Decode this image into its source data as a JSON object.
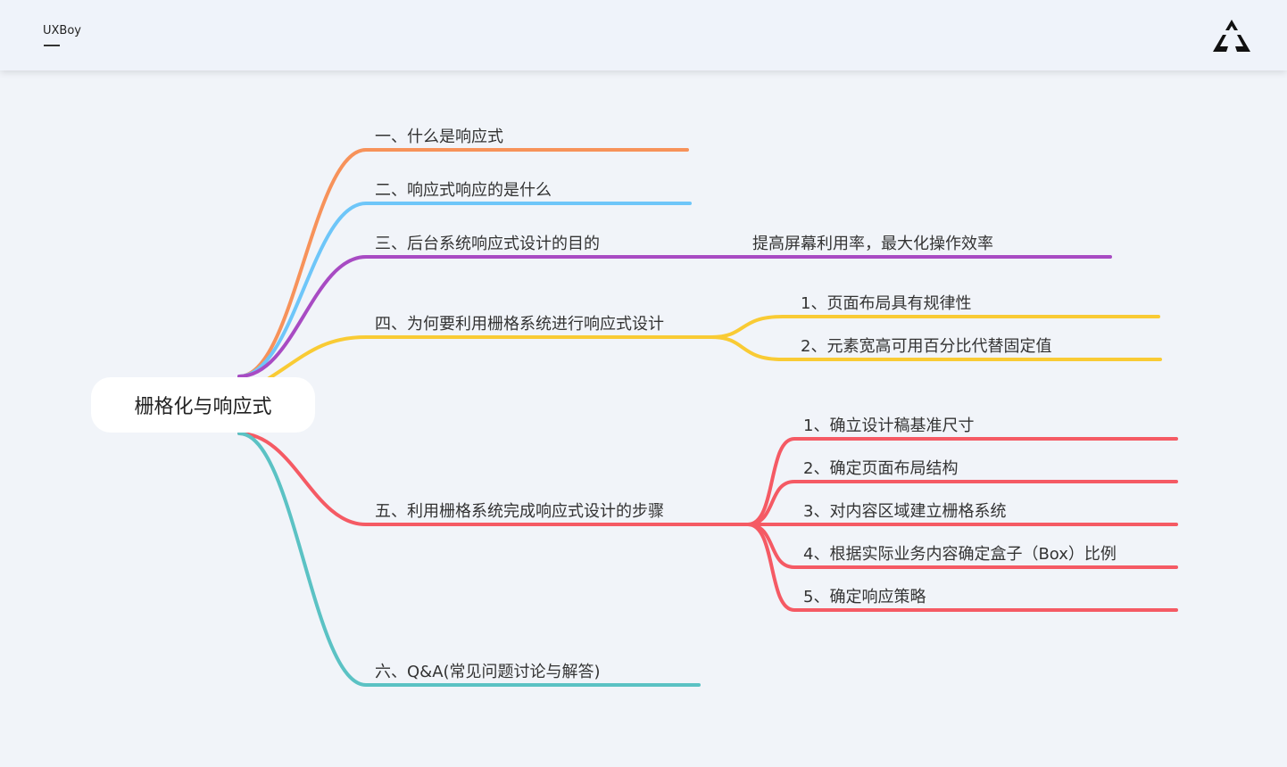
{
  "header": {
    "brand": "UXBoy",
    "logo_icon": "triangle-logo-icon"
  },
  "root": "栅格化与响应式",
  "colors": {
    "orange": "#f7925a",
    "blue": "#6ec6f9",
    "purple": "#a84bc3",
    "yellow": "#f9cb34",
    "red": "#f55a64",
    "teal": "#5bc2c4"
  },
  "branches": [
    {
      "label": "一、什么是响应式",
      "children": []
    },
    {
      "label": "二、响应式响应的是什么",
      "children": []
    },
    {
      "label": "三、后台系统响应式设计的目的",
      "children": [
        "提高屏幕利用率，最大化操作效率"
      ]
    },
    {
      "label": "四、为何要利用栅格系统进行响应式设计",
      "children": [
        "1、页面布局具有规律性",
        "2、元素宽高可用百分比代替固定值"
      ]
    },
    {
      "label": "五、利用栅格系统完成响应式设计的步骤",
      "children": [
        "1、确立设计稿基准尺寸",
        "2、确定页面布局结构",
        "3、对内容区域建立栅格系统",
        "4、根据实际业务内容确定盒子（Box）比例",
        "5、确定响应策略"
      ]
    },
    {
      "label": "六、Q&A(常见问题讨论与解答)",
      "children": []
    }
  ]
}
